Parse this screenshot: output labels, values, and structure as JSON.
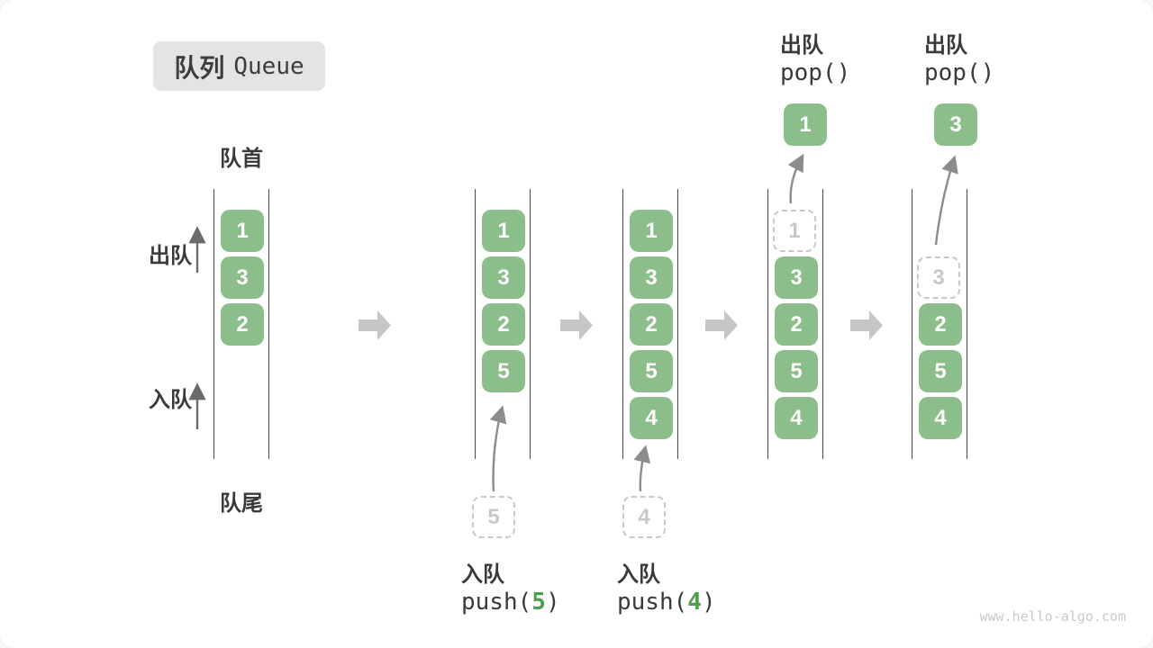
{
  "title": {
    "zh": "队列",
    "en": "Queue"
  },
  "labels": {
    "front": "队首",
    "rear": "队尾",
    "dequeue": "出队",
    "enqueue": "入队"
  },
  "watermark": "www.hello-algo.com",
  "colors": {
    "element_green": "#8cbe8c",
    "accent_green": "#4f9e4f",
    "block_arrow_gray": "#c6c6c6",
    "ghost_gray": "#c9c9c9",
    "text_dark": "#3a3a3a"
  },
  "states": [
    {
      "boxes": [
        "1",
        "3",
        "2"
      ]
    },
    {
      "boxes": [
        "1",
        "3",
        "2",
        "5"
      ],
      "pending_value": "5",
      "op_label": "入队",
      "op_fn": "push(",
      "op_arg": "5",
      "op_close": ")"
    },
    {
      "boxes": [
        "1",
        "3",
        "2",
        "5",
        "4"
      ],
      "pending_value": "4",
      "op_label": "入队",
      "op_fn": "push(",
      "op_arg": "4",
      "op_close": ")"
    },
    {
      "boxes": [
        "3",
        "2",
        "5",
        "4"
      ],
      "removed_value": "1",
      "popped_value": "1",
      "op_label": "出队",
      "op_fn": "pop()"
    },
    {
      "boxes": [
        "2",
        "5",
        "4"
      ],
      "removed_value": "3",
      "popped_value": "3",
      "op_label": "出队",
      "op_fn": "pop()"
    }
  ]
}
